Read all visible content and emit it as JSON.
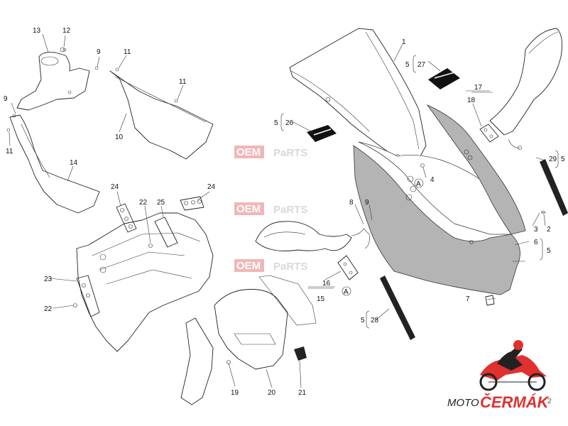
{
  "callouts": [
    {
      "id": "c1",
      "text": "1"
    },
    {
      "id": "c5a",
      "text": "5"
    },
    {
      "id": "c27",
      "text": "27"
    },
    {
      "id": "c17",
      "text": "17"
    },
    {
      "id": "c18",
      "text": "18"
    },
    {
      "id": "c5b",
      "text": "5"
    },
    {
      "id": "c26",
      "text": "26"
    },
    {
      "id": "c4",
      "text": "4"
    },
    {
      "id": "c29",
      "text": "29"
    },
    {
      "id": "c5c",
      "text": "5"
    },
    {
      "id": "c8",
      "text": "8"
    },
    {
      "id": "c9c",
      "text": "9"
    },
    {
      "id": "c3",
      "text": "3"
    },
    {
      "id": "c2",
      "text": "2"
    },
    {
      "id": "c6",
      "text": "6"
    },
    {
      "id": "c5d",
      "text": "5"
    },
    {
      "id": "c16",
      "text": "16"
    },
    {
      "id": "c15",
      "text": "15"
    },
    {
      "id": "c7",
      "text": "7"
    },
    {
      "id": "c5e",
      "text": "5"
    },
    {
      "id": "c28",
      "text": "28"
    },
    {
      "id": "c13",
      "text": "13"
    },
    {
      "id": "c12",
      "text": "12"
    },
    {
      "id": "c9a",
      "text": "9"
    },
    {
      "id": "c11a",
      "text": "11"
    },
    {
      "id": "c9b",
      "text": "9"
    },
    {
      "id": "c11b",
      "text": "11"
    },
    {
      "id": "c11c",
      "text": "11"
    },
    {
      "id": "c10",
      "text": "10"
    },
    {
      "id": "c14",
      "text": "14"
    },
    {
      "id": "c24a",
      "text": "24"
    },
    {
      "id": "c22a",
      "text": "22"
    },
    {
      "id": "c25",
      "text": "25"
    },
    {
      "id": "c24b",
      "text": "24"
    },
    {
      "id": "c23",
      "text": "23"
    },
    {
      "id": "c22b",
      "text": "22"
    },
    {
      "id": "c19",
      "text": "19"
    },
    {
      "id": "c20",
      "text": "20"
    },
    {
      "id": "c21",
      "text": "21"
    }
  ],
  "markers": [
    {
      "id": "m1",
      "text": "A"
    },
    {
      "id": "m2",
      "text": "A"
    }
  ],
  "watermarks": [
    {
      "left": "OEM",
      "right": "PaRTS"
    },
    {
      "left": "OEM",
      "right": "PaRTS"
    },
    {
      "left": "OEM",
      "right": "PaRTS"
    }
  ],
  "logo": {
    "left": "MOTO",
    "right": "ČERMÁK",
    "page": "2"
  },
  "colors": {
    "accent": "#e03030",
    "part_fill": "#b4b4b4",
    "line": "#222222"
  }
}
